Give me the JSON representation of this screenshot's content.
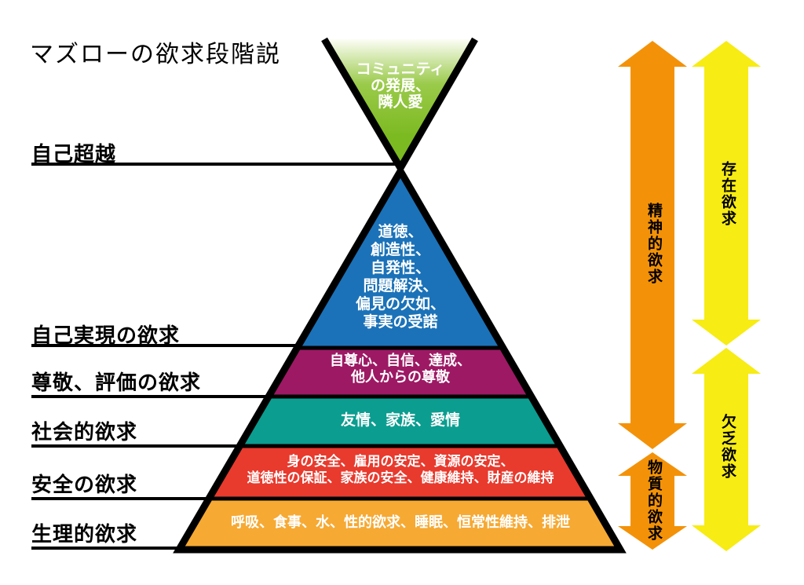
{
  "title": "マズローの欲求段階説",
  "colors": {
    "background": "#ffffff",
    "outline": "#000000",
    "line": "#000000",
    "band_text": "#ffffff",
    "label_text": "#000000",
    "green_top": "#fcfdf5",
    "green_mid": "#9aca4a",
    "green_bottom": "#7cba21"
  },
  "left_labels": [
    {
      "label": "自己超越"
    },
    {
      "label": "自己実現の欲求"
    },
    {
      "label": "尊敬、評価の欲求"
    },
    {
      "label": "社会的欲求"
    },
    {
      "label": "安全の欲求"
    },
    {
      "label": "生理的欲求"
    }
  ],
  "pyramid": {
    "levels": [
      {
        "name": "self-transcendence",
        "color": "#7cba21",
        "text_lines": [
          "コミュニティ",
          "の発展、",
          "隣人愛"
        ]
      },
      {
        "name": "self-actualization",
        "color": "#1b72b8",
        "text_lines": [
          "道徳、",
          "創造性、",
          "自発性、",
          "問題解決、",
          "偏見の欠如、",
          "事実の受諾"
        ]
      },
      {
        "name": "esteem",
        "color": "#9d1964",
        "text_lines": [
          "自尊心、自信、達成、",
          "他人からの尊敬"
        ]
      },
      {
        "name": "social",
        "color": "#0b9d90",
        "text_lines": [
          "友情、家族、愛情"
        ]
      },
      {
        "name": "safety",
        "color": "#e83a2d",
        "text_lines": [
          "身の安全、雇用の安定、資源の安定、",
          "道徳性の保証、家族の安全、健康維持、財産の維持"
        ]
      },
      {
        "name": "physiological",
        "color": "#f6a933",
        "text_lines": [
          "呼吸、食事、水、性的欲求、睡眠、恒常性維持、排泄"
        ]
      }
    ]
  },
  "right_arrows": [
    {
      "label": "精神的欲求",
      "color": "#f39208"
    },
    {
      "label": "物質的欲求",
      "color": "#f39208"
    },
    {
      "label": "存在欲求",
      "color": "#f7ec13"
    },
    {
      "label": "欠乏欲求",
      "color": "#f7ec13"
    }
  ]
}
